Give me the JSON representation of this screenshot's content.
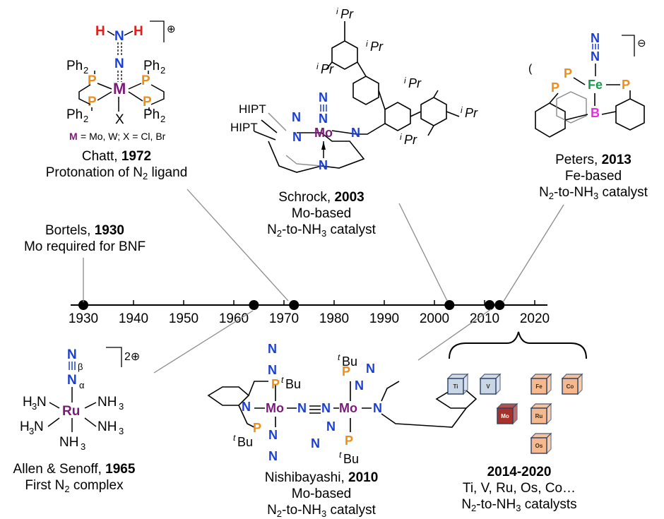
{
  "axis": {
    "years": [
      "1930",
      "1940",
      "1950",
      "1960",
      "1970",
      "1980",
      "1990",
      "2000",
      "2010",
      "2020"
    ],
    "min": 1930,
    "max": 2020,
    "marker_years": [
      1930,
      1964,
      1972,
      2003,
      2011,
      2013
    ]
  },
  "events": {
    "bortels": {
      "name": "Bortels, ",
      "year": "1930",
      "line2": "Mo required for BNF"
    },
    "chatt": {
      "name": "Chatt, ",
      "year": "1972",
      "line2a": "Protonation of N",
      "line2b": "2",
      "line2c": " ligand",
      "legend": "= Mo, W; X = Cl, Br",
      "legend_m": "M"
    },
    "schrock": {
      "name": "Schrock, ",
      "year": "2003",
      "line2": "Mo-based",
      "l3a": "N",
      "l3b": "2",
      "l3c": "-to-NH",
      "l3d": "3",
      "l3e": " catalyst"
    },
    "peters": {
      "name": "Peters, ",
      "year": "2013",
      "line2": "Fe-based",
      "l3a": "N",
      "l3b": "2",
      "l3c": "-to-NH",
      "l3d": "3",
      "l3e": " catalyst"
    },
    "allen": {
      "name": "Allen & Senoff, ",
      "year": "1965",
      "l2a": "First N",
      "l2b": "2",
      "l2c": " complex"
    },
    "nishibayashi": {
      "name": "Nishibayashi, ",
      "year": "2010",
      "line2": "Mo-based",
      "l3a": "N",
      "l3b": "2",
      "l3c": "-to-NH",
      "l3d": "3",
      "l3e": " catalyst"
    },
    "recent": {
      "year": "2014-2020",
      "line2": "Ti, V, Ru, Os, Co…",
      "l3a": "N",
      "l3b": "2",
      "l3c": "-to-NH",
      "l3d": "3",
      "l3e": " catalysts"
    }
  },
  "elements": [
    {
      "symbol": "Ti",
      "color": "#c9d6e6"
    },
    {
      "symbol": "V",
      "color": "#c9d6e6"
    },
    {
      "symbol": "Fe",
      "color": "#f5b98d"
    },
    {
      "symbol": "Co",
      "color": "#f5b98d"
    },
    {
      "symbol": "Mo",
      "color": "#a8322a"
    },
    {
      "symbol": "Ru",
      "color": "#f5b98d"
    },
    {
      "symbol": "Os",
      "color": "#f5b98d"
    }
  ],
  "colors": {
    "metal": "#7a1a7a",
    "nitrogen": "#1a3fd6",
    "phosphorus": "#f08c1a",
    "hydrogen": "#e0201a",
    "iron": "#1a9a4a",
    "boron": "#e82ce0"
  },
  "struct": {
    "chatt": {
      "H": "H",
      "N": "N",
      "Ph2": "Ph",
      "sub2": "2",
      "P": "P",
      "M": "M",
      "X": "X",
      "charge": "⊕"
    },
    "schrock": {
      "N": "N",
      "Mo": "Mo",
      "HIPT": "HIPT",
      "iPr": "Pr",
      "i": "i"
    },
    "peters": {
      "N": "N",
      "Fe": "Fe",
      "P": "P",
      "B": "B",
      "iPr2": "(",
      "charge": "⊖"
    },
    "allen": {
      "N": "N",
      "Ru": "Ru",
      "NH3": "NH",
      "H3N": "H",
      "beta": "β",
      "alpha": "α",
      "charge": "2⊕"
    },
    "nishi": {
      "N": "N",
      "Mo": "Mo",
      "P": "P",
      "tBu2": "Bu",
      "t": "t"
    }
  }
}
